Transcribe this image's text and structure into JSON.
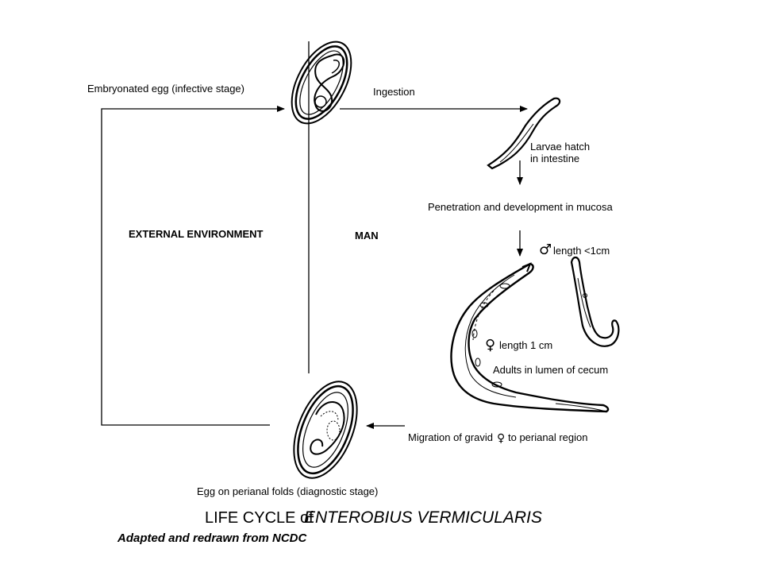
{
  "labels": {
    "embryonated_egg": "Embryonated egg (infective stage)",
    "ingestion": "Ingestion",
    "larvae_hatch_line1": "Larvae hatch",
    "larvae_hatch_line2": "in intestine",
    "penetration": "Penetration and development in mucosa",
    "male_length": "length <1cm",
    "female_length": "length 1 cm",
    "adults": "Adults in lumen of cecum",
    "migration_before": "Migration of gravid",
    "migration_after": "to perianal region",
    "perianal_egg": "Egg on perianal folds (diagnostic stage)",
    "external_environment": "EXTERNAL ENVIRONMENT",
    "man": "MAN"
  },
  "symbols": {
    "male": "♂",
    "female": "♀"
  },
  "title": {
    "prefix": "LIFE CYCLE of",
    "species": "ENTEROBIUS VERMICULARIS"
  },
  "credit": "Adapted and redrawn from NCDC",
  "colors": {
    "ink": "#000000",
    "background": "#ffffff"
  }
}
